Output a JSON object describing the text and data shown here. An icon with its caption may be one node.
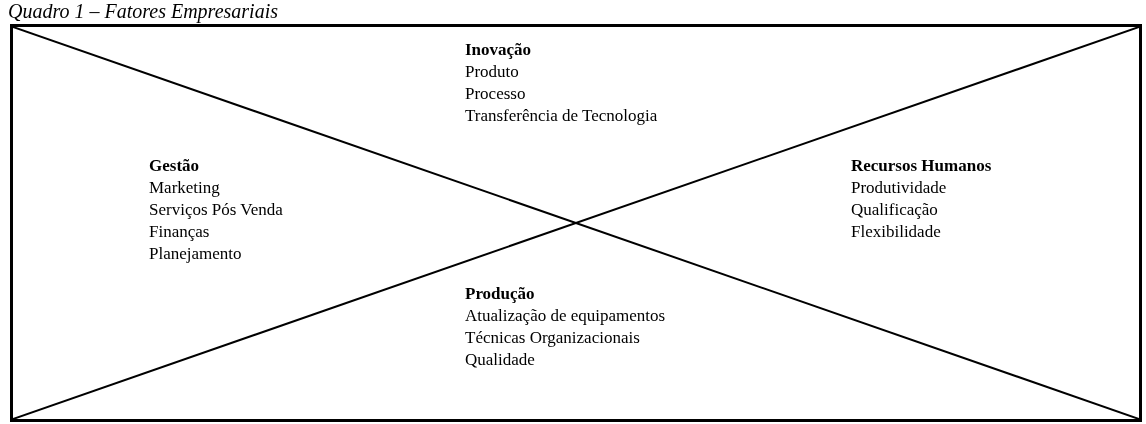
{
  "diagram": {
    "title": "Quadro 1 – Fatores Empresariais",
    "nodes": [
      {
        "text": [],
        "shape": "box"
      },
      {
        "text": [
          "Inovação",
          "Produto",
          "Processo",
          "Transferência de Tecnologia"
        ],
        "in": 0
      },
      {
        "text": [
          "Gestão",
          "Marketing",
          "Serviços Pós Venda",
          "Finanças",
          "Planejamento"
        ],
        "in": 0
      },
      {
        "text": [
          "Recursos Humanos",
          "Produtividade",
          "Qualificação",
          "Flexibilidade"
        ],
        "in": 0
      },
      {
        "text": [
          "Produção",
          "Atualização de equipamentos",
          "Técnicas Organizacionais",
          "Qualidade"
        ],
        "in": 0
      }
    ],
    "edges": []
  }
}
